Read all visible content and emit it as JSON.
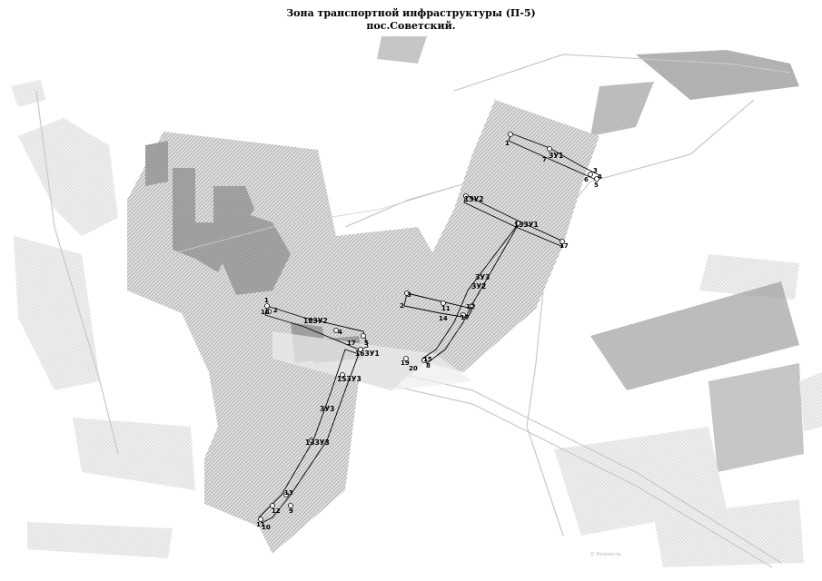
{
  "title": {
    "line1": "Зона транспортной инфраструктуры (П-5)",
    "line2": "пос.Советский."
  },
  "map": {
    "zones": [
      "ЗУ1",
      "ЗУ2",
      "ЗУ3"
    ],
    "labels": {
      "n1": "1",
      "n2": "2",
      "n3": "3",
      "n4": "4",
      "n5": "5",
      "n6": "6",
      "n7": "7",
      "n8": "8",
      "n9": "9",
      "n10": "10",
      "n11": "11",
      "n12": "12",
      "n13": "13",
      "n14": "14",
      "n15": "15",
      "n16": "16",
      "n17": "17",
      "n18": "18",
      "n19": "19",
      "n20": "20",
      "zu1": "ЗУ1",
      "zu2": "ЗУ2",
      "zu3": "ЗУ3",
      "n16zu1": "16ЗУ1",
      "n18zu2": "18ЗУ2",
      "n1zu2": "1ЗУ2",
      "n13zu1": "13ЗУ1",
      "n15zu3": "15ЗУ3",
      "n13zu3": "13ЗУ3",
      "n17dup": "17",
      "n1dup": "1",
      "n3dup": "3",
      "n12dup": "12",
      "n11dup": "11",
      "n14dup": "14"
    },
    "watermark": "© Росреестр"
  },
  "colors": {
    "hatch": "#d9d9d9",
    "hatch_line": "#9a9a9a",
    "dark": "#9c9c9c",
    "light": "#ececec",
    "line": "#000000"
  }
}
